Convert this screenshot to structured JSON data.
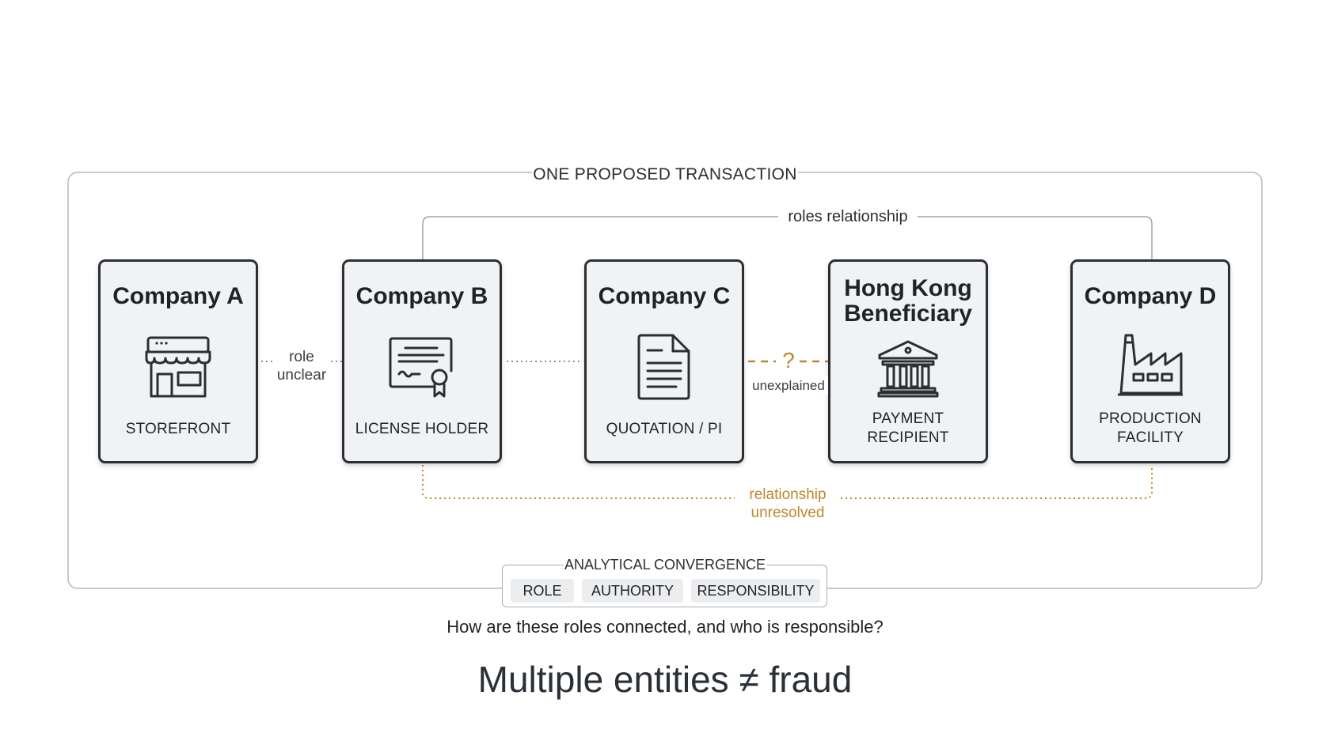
{
  "frame": {
    "title": "ONE PROPOSED TRANSACTION"
  },
  "top_relationship": {
    "label": "roles relationship"
  },
  "entities": [
    {
      "name": "Company A",
      "role": "STOREFRONT",
      "icon": "storefront-icon"
    },
    {
      "name": "Company B",
      "role": "LICENSE HOLDER",
      "icon": "certificate-icon"
    },
    {
      "name": "Company C",
      "role": "QUOTATION / PI",
      "icon": "document-icon"
    },
    {
      "name": "Hong Kong Beneficiary",
      "role": "PAYMENT RECIPIENT",
      "icon": "bank-icon"
    },
    {
      "name": "Company D",
      "role": "PRODUCTION FACILITY",
      "icon": "factory-icon"
    }
  ],
  "connectors": {
    "ab_label": "role unclear",
    "cd_mark": "?",
    "cd_label": "unexplained",
    "bottom_label": "relationship unresolved"
  },
  "convergence": {
    "title": "ANALYTICAL CONVERGENCE",
    "pills": [
      "ROLE",
      "AUTHORITY",
      "RESPONSIBILITY"
    ]
  },
  "question": "How are these roles connected, and who is responsible?",
  "headline": "Multiple entities ≠ fraud",
  "colors": {
    "amber": "#c0862e",
    "card_border": "#2b2f33",
    "card_fill": "#f1f2f3"
  }
}
